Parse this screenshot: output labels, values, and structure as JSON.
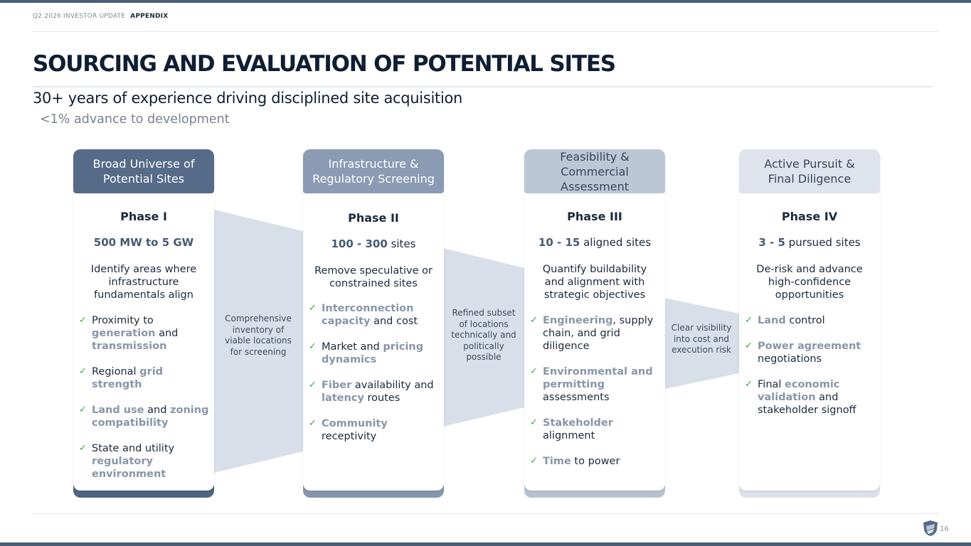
{
  "header": {
    "breadcrumb_1": "Q2 2026 INVESTOR UPDATE",
    "breadcrumb_2": "APPENDIX"
  },
  "title": "SOURCING AND EVALUATION OF POTENTIAL SITES",
  "subtitle": "30+ years of experience driving disciplined site acquisition",
  "subnote": "<1% advance to development",
  "connectors": [
    [
      "Comprehensive",
      "inventory of",
      "viable locations",
      "for screening"
    ],
    [
      "Refined subset",
      "of locations",
      "technically and",
      "politically",
      "possible"
    ],
    [
      "Clear visibility",
      "into cost and",
      "execution risk"
    ]
  ],
  "phases": [
    {
      "head": [
        "Broad Universe of",
        "Potential Sites"
      ],
      "label": "Phase I",
      "metric_num": "500 MW to 5 GW",
      "metric_text": "",
      "desc": [
        "Identify areas where",
        "infrastructure",
        "fundamentals align"
      ],
      "items": [
        [
          [
            "t",
            "Proximity to "
          ],
          [
            "h",
            "generation"
          ],
          [
            "t",
            " and "
          ],
          [
            "h",
            "transmission"
          ]
        ],
        [
          [
            "t",
            "Regional "
          ],
          [
            "h",
            "grid strength"
          ]
        ],
        [
          [
            "h",
            "Land use"
          ],
          [
            "t",
            " and "
          ],
          [
            "h",
            "zoning compatibility"
          ]
        ],
        [
          [
            "t",
            "State and utility "
          ],
          [
            "h",
            "regulatory environment"
          ]
        ]
      ]
    },
    {
      "head": [
        "Infrastructure &",
        "Regulatory Screening"
      ],
      "label": "Phase II",
      "metric_num": "100 - 300",
      "metric_text": " sites",
      "desc": [
        "Remove speculative or",
        "constrained sites"
      ],
      "items": [
        [
          [
            "h",
            "Interconnection capacity"
          ],
          [
            "t",
            " and cost"
          ]
        ],
        [
          [
            "t",
            "Market and "
          ],
          [
            "h",
            "pricing dynamics"
          ]
        ],
        [
          [
            "h",
            "Fiber"
          ],
          [
            "t",
            " availability and "
          ],
          [
            "h",
            "latency"
          ],
          [
            "t",
            " routes"
          ]
        ],
        [
          [
            "h",
            "Community"
          ],
          [
            "t",
            " receptivity"
          ]
        ]
      ]
    },
    {
      "head": [
        "Feasibility &",
        "Commercial",
        "Assessment"
      ],
      "label": "Phase III",
      "metric_num": "10 - 15",
      "metric_text": " aligned sites",
      "desc": [
        "Quantify buildability",
        "and alignment with",
        "strategic objectives"
      ],
      "items": [
        [
          [
            "h",
            "Engineering"
          ],
          [
            "t",
            ", supply chain, and grid diligence"
          ]
        ],
        [
          [
            "h",
            "Environmental and permitting"
          ],
          [
            "t",
            " assessments"
          ]
        ],
        [
          [
            "h",
            "Stakeholder"
          ],
          [
            "t",
            " alignment"
          ]
        ],
        [
          [
            "h",
            "Time"
          ],
          [
            "t",
            " to power"
          ]
        ]
      ]
    },
    {
      "head": [
        "Active Pursuit &",
        "Final Diligence"
      ],
      "label": "Phase IV",
      "metric_num": "3 - 5",
      "metric_text": " pursued sites",
      "desc": [
        "De-risk and advance",
        "high-confidence",
        "opportunities"
      ],
      "items": [
        [
          [
            "h",
            "Land"
          ],
          [
            "t",
            " control"
          ]
        ],
        [
          [
            "h",
            "Power agreement"
          ],
          [
            "t",
            " negotiations"
          ]
        ],
        [
          [
            "t",
            "Final "
          ],
          [
            "h",
            "economic validation"
          ],
          [
            "t",
            " and stakeholder signoff"
          ]
        ]
      ]
    }
  ],
  "footer": {
    "page_number": "16"
  },
  "colors": {
    "accent_dark": "#566b87",
    "accent_mid": "#8a9bb3",
    "accent_light": "#bcc7d6",
    "accent_pale": "#dfe4ec",
    "highlight": "#8896a8",
    "check": "#3aa84a",
    "funnel": "#d9dfe8"
  },
  "icons": {
    "logo": "shield-logo-icon",
    "check": "check-icon"
  }
}
